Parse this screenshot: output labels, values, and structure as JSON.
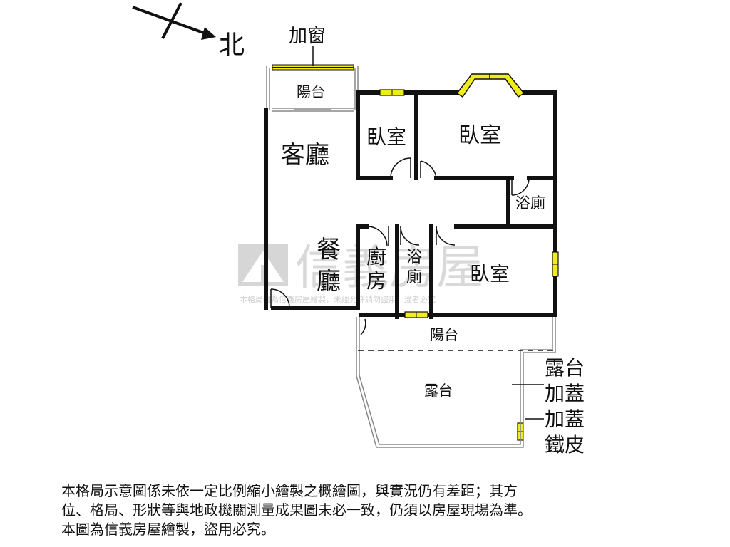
{
  "compass": {
    "north_label": "北"
  },
  "window_addition_label": "加窗",
  "rooms": {
    "balcony_top": "陽台",
    "living_room": "客廳",
    "bedroom_1": "臥室",
    "bedroom_2": "臥室",
    "bathroom_1": "浴廁",
    "dining_char1": "餐",
    "dining_char2": "廳",
    "kitchen_char1": "廚",
    "kitchen_char2": "房",
    "bathroom_2_char1": "浴",
    "bathroom_2_char2": "廁",
    "bedroom_3": "臥室",
    "balcony_bottom": "陽台",
    "terrace": "露台"
  },
  "side_notes": [
    "露台",
    "加蓋",
    "加蓋",
    "鐵皮"
  ],
  "watermark": {
    "brand": "信義房屋",
    "notice": "本格局圖為信義房屋繪製，未經允許請勿盜用，違者必究"
  },
  "disclaimer_lines": [
    "本格局示意圖係未依一定比例縮小繪製之概繪圖，與實況仍有差距；其方",
    "位、格局、形狀等與地政機關測量成果圖未必一致，仍須以房屋現場為準。",
    "本圖為信義房屋繪製，盜用必究。"
  ],
  "colors": {
    "wall": "#111111",
    "window": "#f0ec1e",
    "watermark": "#d9d9d9"
  }
}
